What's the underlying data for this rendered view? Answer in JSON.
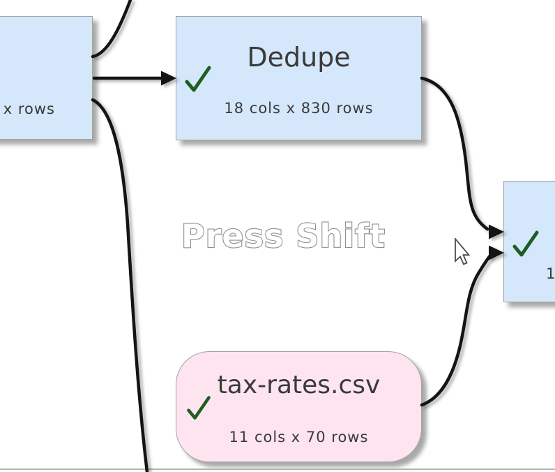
{
  "canvas": {
    "watermark_text": "Press Shift"
  },
  "colors": {
    "node_blue_fill": "#d4e7fb",
    "node_pink_fill": "#fde4ee",
    "node_border": "#a3a3a3",
    "check_green": "#1e5e21",
    "edge_color": "#141414",
    "node_text": "#3a3a3a",
    "watermark_fill": "#ffffff",
    "watermark_outline": "#8f8f8f",
    "bottom_edge_line": "#b3b3b3"
  },
  "nodes": {
    "left_partial": {
      "stats": "x rows"
    },
    "dedupe": {
      "title": "Dedupe",
      "stats": "18 cols x 830 rows"
    },
    "right_partial": {
      "stats": "1"
    },
    "tax_rates": {
      "title": "tax-rates.csv",
      "stats": "11 cols x 70 rows"
    }
  },
  "icons": {
    "check": "green-checkmark",
    "arrowhead": "black-triangle-right",
    "cursor": "arrow-pointer"
  }
}
